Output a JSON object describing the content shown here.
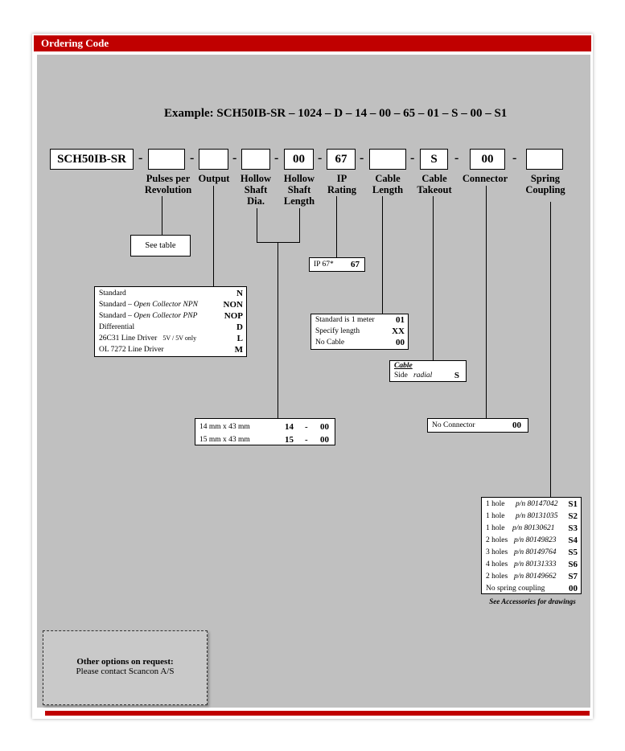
{
  "header": {
    "title": "Ordering Code"
  },
  "example": "Example:  SCH50IB-SR – 1024 – D – 14 – 00 – 65 – 01 – S – 00 – S1",
  "code_boxes": {
    "model": "SCH50IB-SR",
    "pulses": "",
    "output": "",
    "shaft_dia": "",
    "shaft_length": "00",
    "ip": "67",
    "cable_length": "",
    "cable_takeout": "S",
    "connector": "00",
    "spring": ""
  },
  "dash": "-",
  "labels": {
    "pulses": [
      "Pulses per",
      "Revolution"
    ],
    "output": [
      "Output"
    ],
    "shaft_dia": [
      "Hollow",
      "Shaft",
      "Dia."
    ],
    "shaft_length": [
      "Hollow",
      "Shaft",
      "Length"
    ],
    "ip": [
      "IP",
      "Rating"
    ],
    "cable_length": [
      "Cable",
      "Length"
    ],
    "cable_takeout": [
      "Cable",
      "Takeout"
    ],
    "connector": [
      "Connector"
    ],
    "spring": [
      "Spring",
      "Coupling"
    ]
  },
  "see_table": "See table",
  "ip_box": {
    "text": "IP 67*",
    "code": "67"
  },
  "output_table": [
    {
      "pre": "Standard",
      "it": "",
      "post": "",
      "code": "N"
    },
    {
      "pre": "Standard – ",
      "it": "Open Collector NPN",
      "post": "",
      "code": "NON"
    },
    {
      "pre": "Standard – ",
      "it": "Open Collector PNP",
      "post": "",
      "code": "NOP"
    },
    {
      "pre": "Differential",
      "it": "",
      "post": "",
      "code": "D"
    },
    {
      "pre": "26C31 Line Driver",
      "it": "",
      "post": "5V / 5V only",
      "code": "L"
    },
    {
      "pre": "OL 7272 Line Driver",
      "it": "",
      "post": "",
      "code": "M"
    }
  ],
  "cable_table": [
    {
      "text": "Standard is 1 meter",
      "code": "01"
    },
    {
      "text": "Specify length",
      "code": "XX"
    },
    {
      "text": "No Cable",
      "code": "00"
    }
  ],
  "takeout_table": {
    "title": "Cable",
    "side": "Side",
    "radial": "radial",
    "code": "S"
  },
  "shaft_table": [
    {
      "text": "14 mm x 43 mm",
      "a": "14",
      "d": "-",
      "b": "00"
    },
    {
      "text": "15 mm x 43 mm",
      "a": "15",
      "d": "-",
      "b": "00"
    }
  ],
  "connector_table": {
    "text": "No Connector",
    "code": "00"
  },
  "spring_table": [
    {
      "text": "1 hole",
      "pn": "p/n 80147042",
      "code": "S1"
    },
    {
      "text": "1 hole",
      "pn": "p/n 80131035",
      "code": "S2"
    },
    {
      "text": "1 hole",
      "pn": "p/n 80130621",
      "code": "S3"
    },
    {
      "text": "2 holes",
      "pn": "p/n 80149823",
      "code": "S4"
    },
    {
      "text": "3 holes",
      "pn": "p/n 80149764",
      "code": "S5"
    },
    {
      "text": "4 holes",
      "pn": "p/n 80131333",
      "code": "S6"
    },
    {
      "text": "2 holes",
      "pn": "p/n 80149662",
      "code": "S7"
    },
    {
      "text": "No spring coupling",
      "pn": "",
      "code": "00"
    }
  ],
  "accessories_note": "See Accessories for drawings",
  "other": {
    "title": "Other options on request:",
    "text": "Please contact Scancon A/S"
  }
}
